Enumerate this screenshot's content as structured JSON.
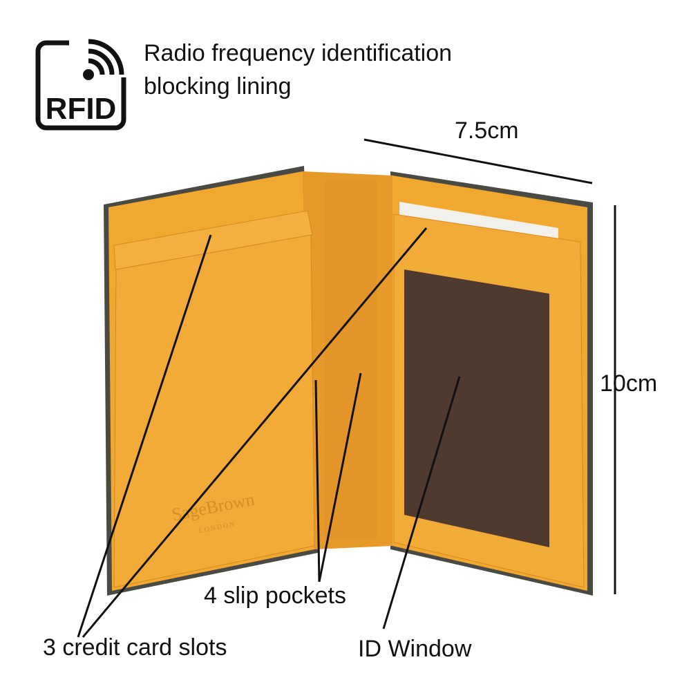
{
  "rfid": {
    "logo_text": "RFID",
    "description_line1": "Radio frequency identification",
    "description_line2": "blocking lining"
  },
  "dimensions": {
    "width": "7.5cm",
    "height": "10cm"
  },
  "product": {
    "brand_emboss": "SageBrown",
    "brand_sub": "LONDON"
  },
  "callouts": {
    "slip_pockets": "4 slip pockets",
    "credit_card_slots": "3 credit card slots",
    "id_window": "ID Window"
  },
  "colors": {
    "leather": "#f0a830",
    "edge": "#4a4a44",
    "window": "#4e3a2e"
  }
}
